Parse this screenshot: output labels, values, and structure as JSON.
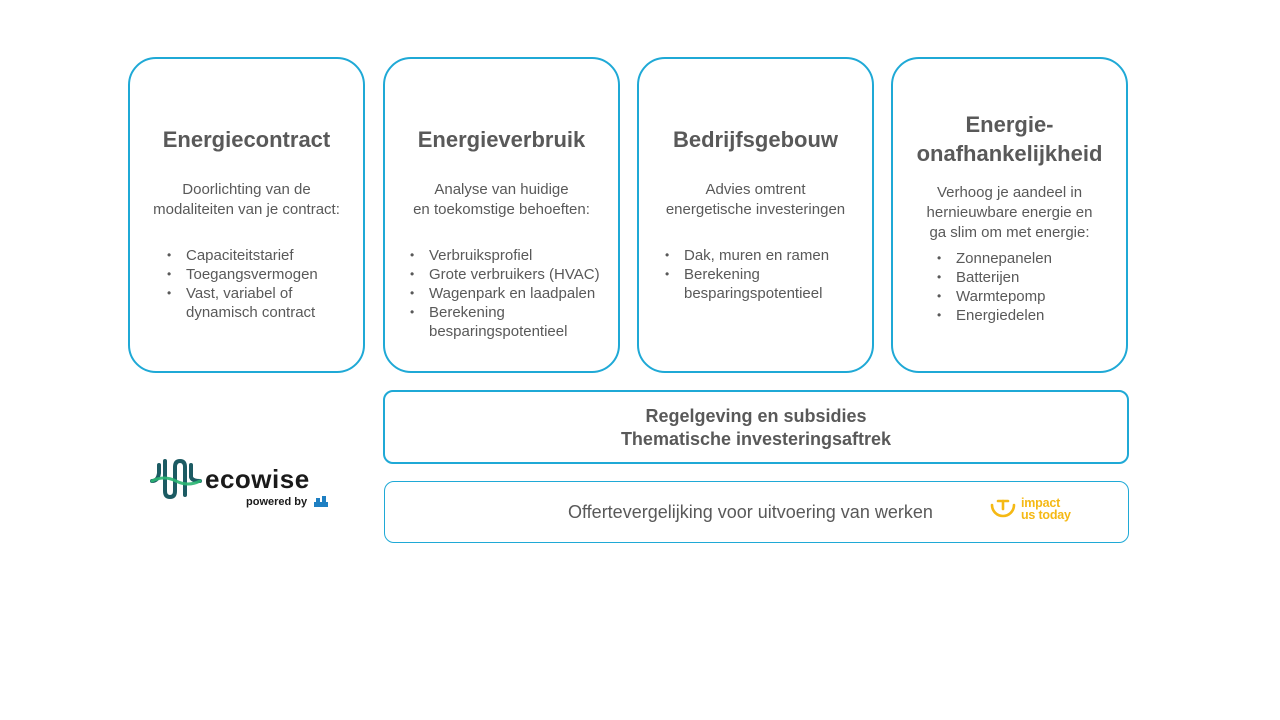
{
  "cards": [
    {
      "title_lines": [
        "Energiecontract"
      ],
      "desc_lines": [
        "Doorlichting van de",
        "modaliteiten van je contract:"
      ],
      "items": [
        "Capaciteitstarief",
        "Toegangsvermogen",
        "Vast, variabel of",
        "dynamisch contract"
      ]
    },
    {
      "title_lines": [
        "Energieverbruik"
      ],
      "desc_lines": [
        "Analyse van huidige",
        "en toekomstige behoeften:"
      ],
      "items": [
        "Verbruiksprofiel",
        "Grote verbruikers (HVAC)",
        "Wagenpark en laadpalen",
        "Berekening",
        "besparingspotentieel"
      ]
    },
    {
      "title_lines": [
        "Bedrijfsgebouw"
      ],
      "desc_lines": [
        "Advies omtrent",
        "energetische investeringen"
      ],
      "items": [
        "Dak, muren en ramen",
        "Berekening",
        "besparingspotentieel"
      ]
    },
    {
      "title_lines": [
        "Energie-",
        "onafhankelijkheid"
      ],
      "desc_lines": [
        "Verhoog je aandeel in",
        "hernieuwbare energie en",
        "ga slim om met energie:"
      ],
      "items": [
        "Zonnepanelen",
        "Batterijen",
        "Warmtepomp",
        "Energiedelen"
      ]
    }
  ],
  "regelgeving": {
    "line1": "Regelgeving en subsidies",
    "line2": "Thematische investeringsaftrek"
  },
  "offerte": {
    "label": "Offertevergelijking voor uitvoering van werken"
  },
  "logos": {
    "ecowise_text": "ecowise",
    "powered_by": "powered by",
    "impact_line1": "impact",
    "impact_line2": "us today"
  },
  "colors": {
    "border": "#1fa9d6",
    "text": "#595959",
    "impact_yellow": "#f5b914",
    "ecowise_green": "#2bb673"
  }
}
